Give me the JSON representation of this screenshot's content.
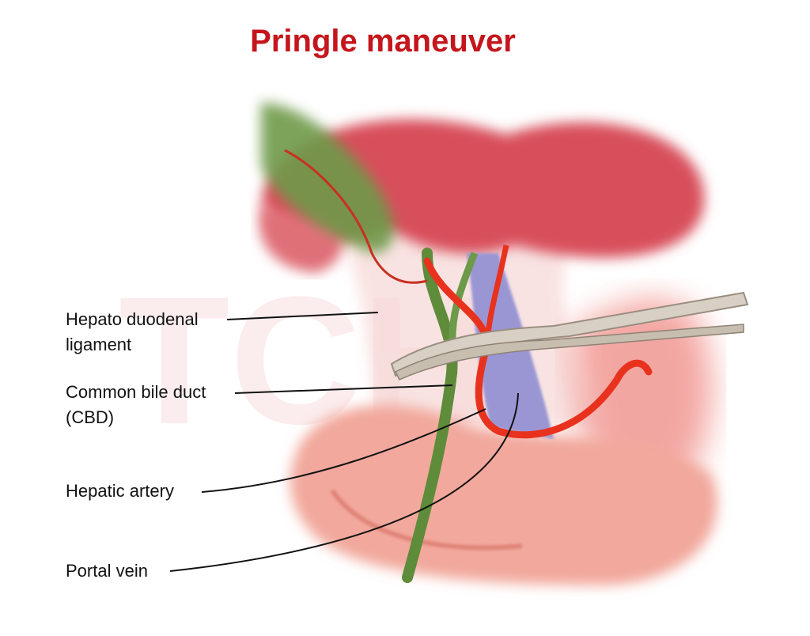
{
  "title": "Pringle maneuver",
  "watermark": "TCH",
  "labels": {
    "hepatoduodenal": [
      "Hepato duodenal",
      "ligament"
    ],
    "cbd": [
      "Common bile duct",
      "(CBD)"
    ],
    "hepatic_artery": "Hepatic artery",
    "portal_vein": "Portal vein"
  },
  "colors": {
    "title": "#c4161c",
    "artery": "#e8321e",
    "bile_duct": "#5e8c3a",
    "portal_vein": "#8f8fd0",
    "liver": "#d8505a"
  }
}
